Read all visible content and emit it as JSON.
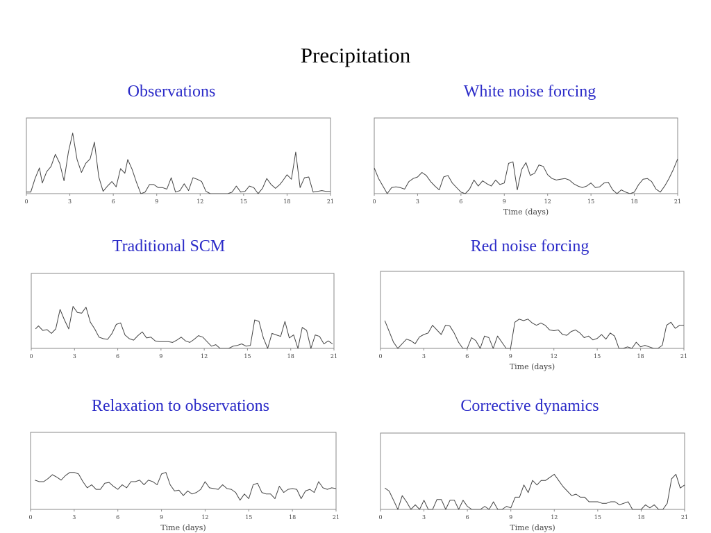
{
  "title": "Precipitation",
  "colors": {
    "panel_title": "#2b2bc8",
    "axis": "#888888",
    "line": "#444444"
  },
  "chart_data": [
    {
      "type": "line",
      "title": "Observations",
      "xlabel": "",
      "xlim": [
        0,
        21
      ],
      "ylim": [
        0,
        1
      ],
      "xticks": [
        0,
        3,
        6,
        9,
        12,
        15,
        18,
        21
      ],
      "grid": false,
      "series": [
        {
          "x": [
            0,
            0.3,
            0.6,
            0.9,
            1.1,
            1.4,
            1.7,
            2.0,
            2.3,
            2.6,
            2.9,
            3.2,
            3.5,
            3.8,
            4.1,
            4.4,
            4.7,
            5.0,
            5.3,
            5.6,
            5.9,
            6.2,
            6.5,
            6.8,
            7.0,
            7.3,
            7.6,
            7.9,
            8.2,
            8.5,
            8.8,
            9.1,
            9.4,
            9.7,
            10.0,
            10.3,
            10.6,
            10.9,
            11.2,
            11.5,
            11.8,
            12.1,
            12.4,
            12.7,
            13.0,
            13.3,
            13.6,
            13.9,
            14.2,
            14.5,
            14.8,
            15.1,
            15.4,
            15.7,
            16.0,
            16.3,
            16.6,
            16.9,
            17.2,
            17.5,
            17.7,
            18.0,
            18.3,
            18.6,
            18.9,
            19.2,
            19.5,
            19.8,
            20.1,
            20.4,
            20.7,
            21.0
          ],
          "y": [
            0.02,
            0.02,
            0.2,
            0.34,
            0.14,
            0.29,
            0.36,
            0.52,
            0.4,
            0.17,
            0.55,
            0.8,
            0.45,
            0.28,
            0.4,
            0.46,
            0.68,
            0.22,
            0.03,
            0.1,
            0.16,
            0.09,
            0.33,
            0.27,
            0.45,
            0.32,
            0.15,
            0.0,
            0.02,
            0.12,
            0.12,
            0.08,
            0.08,
            0.06,
            0.21,
            0.02,
            0.04,
            0.13,
            0.04,
            0.21,
            0.19,
            0.16,
            0.03,
            0.0,
            0.0,
            0.0,
            0.0,
            0.0,
            0.02,
            0.1,
            0.02,
            0.03,
            0.1,
            0.08,
            0.0,
            0.07,
            0.2,
            0.12,
            0.07,
            0.12,
            0.17,
            0.25,
            0.19,
            0.55,
            0.08,
            0.21,
            0.22,
            0.02,
            0.03,
            0.04,
            0.03,
            0.03
          ]
        }
      ]
    },
    {
      "type": "line",
      "title": "White noise forcing",
      "xlabel": "Time (days)",
      "xlim": [
        0,
        21
      ],
      "ylim": [
        0,
        1
      ],
      "xticks": [
        0,
        3,
        6,
        9,
        12,
        15,
        18,
        21
      ],
      "grid": false,
      "series": [
        {
          "x": [
            0,
            0.3,
            0.6,
            0.9,
            1.2,
            1.5,
            1.8,
            2.1,
            2.4,
            2.7,
            3.0,
            3.3,
            3.6,
            3.9,
            4.2,
            4.5,
            4.8,
            5.1,
            5.4,
            5.7,
            6.0,
            6.3,
            6.6,
            6.9,
            7.2,
            7.5,
            7.8,
            8.1,
            8.4,
            8.7,
            9.0,
            9.3,
            9.6,
            9.9,
            10.2,
            10.5,
            10.8,
            11.1,
            11.4,
            11.7,
            12.0,
            12.3,
            12.6,
            12.9,
            13.2,
            13.5,
            13.8,
            14.1,
            14.4,
            14.7,
            15.0,
            15.3,
            15.6,
            15.9,
            16.2,
            16.5,
            16.8,
            17.1,
            17.4,
            17.7,
            18.0,
            18.3,
            18.6,
            18.9,
            19.2,
            19.5,
            19.8,
            20.1,
            20.4,
            20.7,
            21.0
          ],
          "y": [
            0.34,
            0.2,
            0.1,
            0.0,
            0.08,
            0.09,
            0.08,
            0.06,
            0.16,
            0.2,
            0.22,
            0.28,
            0.24,
            0.16,
            0.1,
            0.05,
            0.22,
            0.24,
            0.14,
            0.08,
            0.02,
            0.0,
            0.06,
            0.18,
            0.1,
            0.17,
            0.13,
            0.1,
            0.18,
            0.12,
            0.14,
            0.4,
            0.42,
            0.05,
            0.32,
            0.41,
            0.24,
            0.27,
            0.38,
            0.36,
            0.25,
            0.2,
            0.18,
            0.19,
            0.2,
            0.18,
            0.13,
            0.1,
            0.08,
            0.1,
            0.14,
            0.08,
            0.09,
            0.14,
            0.15,
            0.05,
            0.0,
            0.05,
            0.02,
            0.0,
            0.02,
            0.12,
            0.19,
            0.2,
            0.16,
            0.06,
            0.02,
            0.1,
            0.2,
            0.32,
            0.46
          ]
        }
      ]
    },
    {
      "type": "line",
      "title": "Traditional SCM",
      "xlabel": "",
      "xlim": [
        0,
        21
      ],
      "ylim": [
        0,
        1
      ],
      "xticks": [
        0,
        3,
        6,
        9,
        12,
        15,
        18,
        21
      ],
      "grid": false,
      "series": [
        {
          "x": [
            0.3,
            0.5,
            0.8,
            1.1,
            1.4,
            1.7,
            2.0,
            2.3,
            2.6,
            2.9,
            3.2,
            3.5,
            3.8,
            4.1,
            4.4,
            4.7,
            5.0,
            5.3,
            5.6,
            5.9,
            6.2,
            6.5,
            6.8,
            7.1,
            7.4,
            7.7,
            8.0,
            8.3,
            8.6,
            8.9,
            9.2,
            9.5,
            9.8,
            10.1,
            10.4,
            10.7,
            11.0,
            11.3,
            11.6,
            11.9,
            12.2,
            12.5,
            12.8,
            13.1,
            13.4,
            13.7,
            14.0,
            14.3,
            14.6,
            14.9,
            15.2,
            15.5,
            15.8,
            16.1,
            16.4,
            16.7,
            17.0,
            17.3,
            17.6,
            17.9,
            18.2,
            18.5,
            18.8,
            19.1,
            19.4,
            19.7,
            20.0,
            20.3,
            20.6,
            20.9
          ],
          "y": [
            0.26,
            0.3,
            0.24,
            0.25,
            0.2,
            0.26,
            0.52,
            0.38,
            0.26,
            0.56,
            0.48,
            0.47,
            0.55,
            0.35,
            0.26,
            0.15,
            0.13,
            0.12,
            0.2,
            0.32,
            0.34,
            0.18,
            0.13,
            0.11,
            0.17,
            0.22,
            0.14,
            0.15,
            0.1,
            0.09,
            0.09,
            0.09,
            0.08,
            0.11,
            0.15,
            0.1,
            0.08,
            0.12,
            0.17,
            0.15,
            0.09,
            0.03,
            0.05,
            0.0,
            0.0,
            0.0,
            0.03,
            0.04,
            0.06,
            0.03,
            0.04,
            0.38,
            0.36,
            0.14,
            0.0,
            0.2,
            0.18,
            0.16,
            0.36,
            0.14,
            0.18,
            0.0,
            0.28,
            0.24,
            0.0,
            0.18,
            0.16,
            0.06,
            0.1,
            0.06
          ]
        }
      ]
    },
    {
      "type": "line",
      "title": "Red noise forcing",
      "xlabel": "Time (days)",
      "xlim": [
        0,
        21
      ],
      "ylim": [
        0,
        1
      ],
      "xticks": [
        0,
        3,
        6,
        9,
        12,
        15,
        18,
        21
      ],
      "grid": false,
      "series": [
        {
          "x": [
            0.3,
            0.6,
            0.9,
            1.2,
            1.5,
            1.8,
            2.1,
            2.4,
            2.7,
            3.0,
            3.3,
            3.6,
            3.9,
            4.2,
            4.5,
            4.8,
            5.1,
            5.4,
            5.7,
            6.0,
            6.3,
            6.6,
            6.9,
            7.2,
            7.5,
            7.8,
            8.1,
            8.4,
            8.7,
            9.0,
            9.3,
            9.6,
            9.9,
            10.2,
            10.5,
            10.8,
            11.1,
            11.4,
            11.7,
            12.0,
            12.3,
            12.6,
            12.9,
            13.2,
            13.5,
            13.8,
            14.1,
            14.4,
            14.7,
            15.0,
            15.3,
            15.6,
            15.9,
            16.2,
            16.5,
            16.8,
            17.1,
            17.4,
            17.7,
            18.0,
            18.3,
            18.6,
            18.9,
            19.2,
            19.5,
            19.8,
            20.1,
            20.4,
            20.7,
            21.0
          ],
          "y": [
            0.36,
            0.22,
            0.08,
            0.0,
            0.06,
            0.12,
            0.1,
            0.06,
            0.15,
            0.18,
            0.2,
            0.3,
            0.24,
            0.18,
            0.3,
            0.29,
            0.2,
            0.08,
            0.0,
            0.0,
            0.14,
            0.1,
            0.0,
            0.16,
            0.14,
            0.0,
            0.16,
            0.08,
            0.0,
            0.0,
            0.34,
            0.38,
            0.36,
            0.38,
            0.33,
            0.3,
            0.33,
            0.3,
            0.24,
            0.23,
            0.24,
            0.18,
            0.17,
            0.22,
            0.24,
            0.2,
            0.14,
            0.16,
            0.11,
            0.13,
            0.18,
            0.12,
            0.2,
            0.16,
            0.0,
            0.0,
            0.02,
            0.0,
            0.08,
            0.02,
            0.04,
            0.02,
            0.0,
            0.0,
            0.04,
            0.3,
            0.34,
            0.26,
            0.3,
            0.3
          ]
        }
      ]
    },
    {
      "type": "line",
      "title": "Relaxation to observations",
      "xlabel": "Time (days)",
      "xlim": [
        0,
        21
      ],
      "ylim": [
        0,
        1
      ],
      "xticks": [
        0,
        3,
        6,
        9,
        12,
        15,
        18,
        21
      ],
      "grid": false,
      "series": [
        {
          "x": [
            0.3,
            0.6,
            0.9,
            1.2,
            1.5,
            1.8,
            2.1,
            2.4,
            2.7,
            3.0,
            3.3,
            3.6,
            3.9,
            4.2,
            4.5,
            4.8,
            5.1,
            5.4,
            5.7,
            6.0,
            6.3,
            6.6,
            6.9,
            7.2,
            7.5,
            7.8,
            8.1,
            8.4,
            8.7,
            9.0,
            9.3,
            9.6,
            9.9,
            10.2,
            10.5,
            10.8,
            11.1,
            11.4,
            11.7,
            12.0,
            12.3,
            12.6,
            12.9,
            13.2,
            13.5,
            13.8,
            14.1,
            14.4,
            14.7,
            15.0,
            15.3,
            15.6,
            15.9,
            16.2,
            16.5,
            16.8,
            17.1,
            17.4,
            17.7,
            18.0,
            18.3,
            18.6,
            18.9,
            19.2,
            19.5,
            19.8,
            20.1,
            20.4,
            20.7,
            21.0
          ],
          "y": [
            0.38,
            0.36,
            0.36,
            0.4,
            0.45,
            0.42,
            0.38,
            0.44,
            0.48,
            0.48,
            0.46,
            0.36,
            0.28,
            0.32,
            0.26,
            0.26,
            0.34,
            0.35,
            0.3,
            0.26,
            0.32,
            0.28,
            0.36,
            0.36,
            0.38,
            0.32,
            0.38,
            0.36,
            0.32,
            0.46,
            0.48,
            0.32,
            0.24,
            0.25,
            0.18,
            0.24,
            0.2,
            0.22,
            0.26,
            0.36,
            0.28,
            0.27,
            0.26,
            0.32,
            0.27,
            0.26,
            0.22,
            0.12,
            0.2,
            0.14,
            0.32,
            0.34,
            0.22,
            0.2,
            0.2,
            0.14,
            0.3,
            0.22,
            0.26,
            0.27,
            0.26,
            0.14,
            0.24,
            0.26,
            0.22,
            0.36,
            0.28,
            0.26,
            0.28,
            0.27
          ]
        }
      ]
    },
    {
      "type": "line",
      "title": "Corrective dynamics",
      "xlabel": "Time (days)",
      "xlim": [
        0,
        21
      ],
      "ylim": [
        0,
        1
      ],
      "xticks": [
        0,
        3,
        6,
        9,
        12,
        15,
        18,
        21
      ],
      "grid": false,
      "series": [
        {
          "x": [
            0.3,
            0.6,
            0.9,
            1.2,
            1.5,
            1.8,
            2.1,
            2.4,
            2.7,
            3.0,
            3.3,
            3.6,
            3.9,
            4.2,
            4.5,
            4.8,
            5.1,
            5.4,
            5.7,
            6.0,
            6.3,
            6.6,
            6.9,
            7.2,
            7.5,
            7.8,
            8.1,
            8.4,
            8.7,
            9.0,
            9.3,
            9.6,
            9.9,
            10.2,
            10.5,
            10.8,
            11.1,
            11.4,
            11.7,
            12.0,
            12.3,
            12.6,
            12.9,
            13.2,
            13.5,
            13.8,
            14.1,
            14.4,
            14.7,
            15.0,
            15.3,
            15.6,
            15.9,
            16.2,
            16.5,
            16.8,
            17.1,
            17.4,
            17.7,
            18.0,
            18.3,
            18.6,
            18.9,
            19.2,
            19.5,
            19.8,
            20.1,
            20.4,
            20.7,
            21.0
          ],
          "y": [
            0.28,
            0.24,
            0.12,
            0.0,
            0.18,
            0.1,
            0.0,
            0.06,
            0.0,
            0.12,
            0.0,
            0.0,
            0.13,
            0.13,
            0.0,
            0.12,
            0.12,
            0.0,
            0.12,
            0.04,
            0.0,
            0.0,
            0.0,
            0.04,
            0.0,
            0.1,
            0.0,
            0.0,
            0.04,
            0.02,
            0.16,
            0.16,
            0.32,
            0.22,
            0.38,
            0.32,
            0.38,
            0.38,
            0.42,
            0.46,
            0.38,
            0.3,
            0.24,
            0.18,
            0.2,
            0.16,
            0.16,
            0.1,
            0.1,
            0.1,
            0.08,
            0.08,
            0.1,
            0.1,
            0.06,
            0.08,
            0.1,
            0.0,
            0.0,
            0.0,
            0.06,
            0.02,
            0.06,
            0.0,
            0.0,
            0.08,
            0.4,
            0.46,
            0.28,
            0.32
          ]
        }
      ]
    }
  ]
}
